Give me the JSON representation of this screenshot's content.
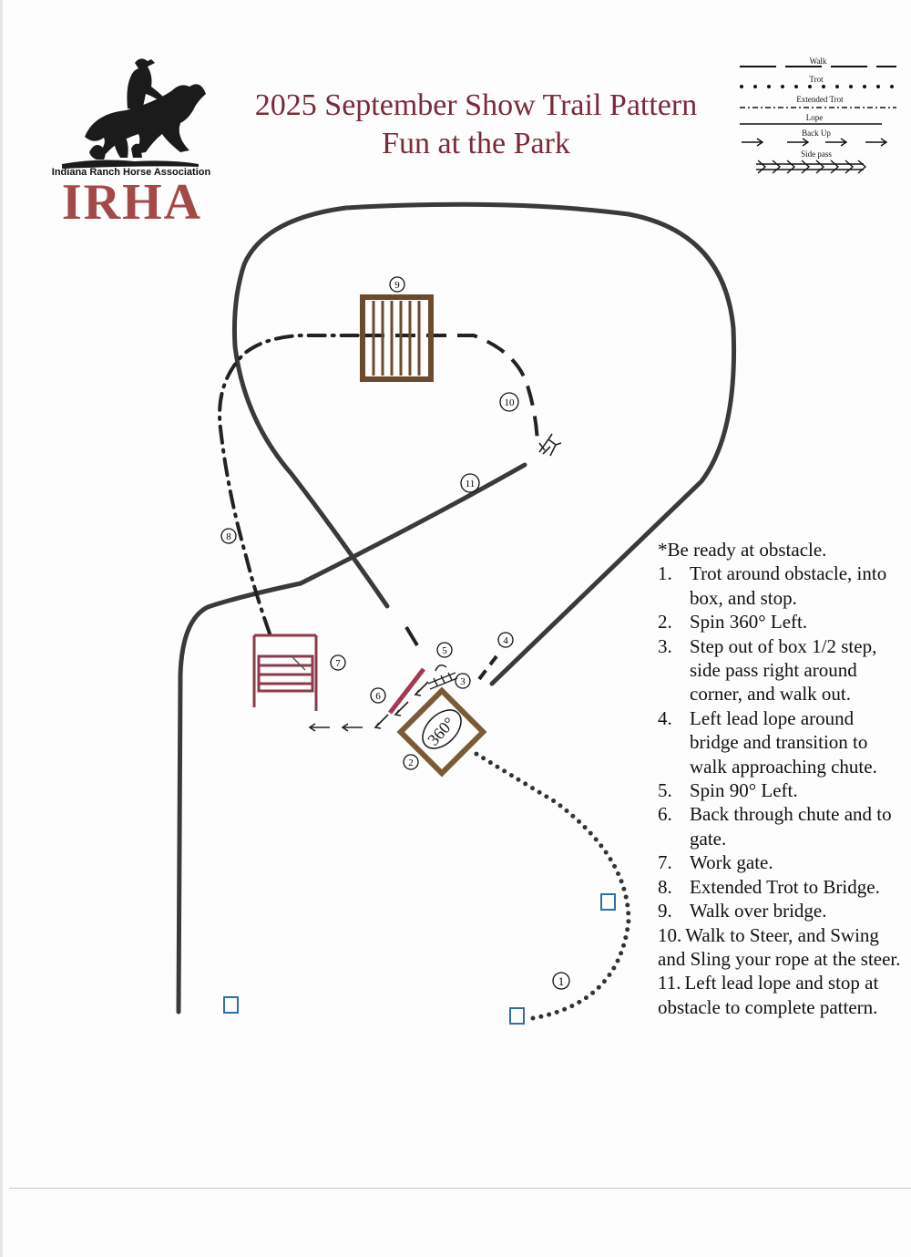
{
  "header": {
    "title_line1": "2025 September Show Trail Pattern",
    "title_line2": "Fun at the Park"
  },
  "logo": {
    "association": "Indiana Ranch Horse Association",
    "abbrev": "IRHA",
    "icon": "horse-and-rider-silhouette"
  },
  "legend": {
    "items": [
      "Walk",
      "Trot",
      "Extended Trot",
      "Lope",
      "Back Up",
      "Side pass"
    ]
  },
  "diagram": {
    "obstacle_numbers": [
      "1",
      "2",
      "3",
      "4",
      "5",
      "6",
      "7",
      "8",
      "9",
      "10",
      "11"
    ],
    "box_label": "360°",
    "colors": {
      "path": "#3a3a3c",
      "box": "#7a5b35",
      "bridge": "#6b4a2e",
      "gate": "#8c3a4a",
      "chute": "#a13a52",
      "cone": "#2f6fa8"
    }
  },
  "instructions": {
    "note": "*Be ready at obstacle.",
    "steps": [
      {
        "num": "1.",
        "text": "Trot around obstacle, into box, and stop."
      },
      {
        "num": "2.",
        "text": "Spin 360° Left."
      },
      {
        "num": "3.",
        "text": "Step out of box 1/2 step, side pass right around corner, and walk out."
      },
      {
        "num": "4.",
        "text": "Left lead lope around bridge and transition to walk approaching chute."
      },
      {
        "num": "5.",
        "text": "Spin 90° Left."
      },
      {
        "num": "6.",
        "text": "Back through chute and to gate."
      },
      {
        "num": "7.",
        "text": "Work gate."
      },
      {
        "num": "8.",
        "text": "Extended Trot to Bridge."
      },
      {
        "num": "9.",
        "text": "Walk over bridge."
      },
      {
        "num": "10.",
        "text": "Walk to Steer, and Swing and Sling your rope at the steer."
      },
      {
        "num": "11.",
        "text": "Left lead lope and stop at obstacle to complete pattern."
      }
    ]
  }
}
